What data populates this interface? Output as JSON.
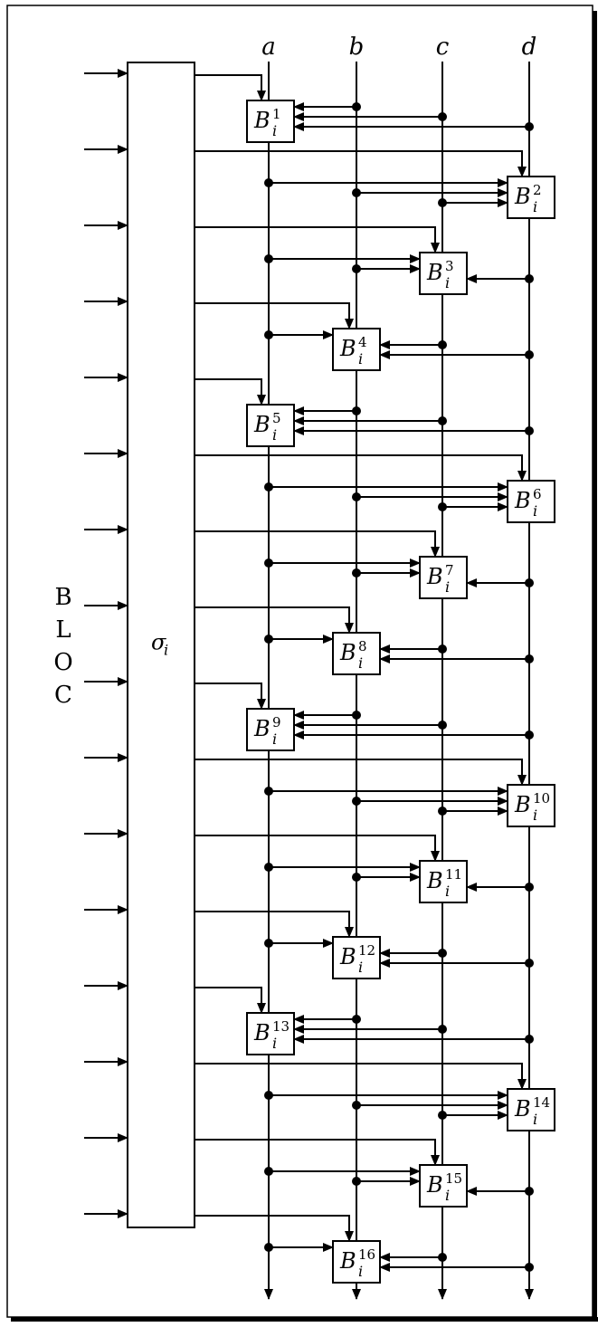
{
  "columns": [
    "a",
    "b",
    "c",
    "d"
  ],
  "sbox_label": "σ",
  "sbox_subscript": "i",
  "side_label": [
    "B",
    "L",
    "O",
    "C"
  ],
  "block_name": "B",
  "block_subscript": "i",
  "blocks": [
    {
      "index": 1,
      "label": "1",
      "column": "a"
    },
    {
      "index": 2,
      "label": "2",
      "column": "d"
    },
    {
      "index": 3,
      "label": "3",
      "column": "c"
    },
    {
      "index": 4,
      "label": "4",
      "column": "b"
    },
    {
      "index": 5,
      "label": "5",
      "column": "a"
    },
    {
      "index": 6,
      "label": "6",
      "column": "d"
    },
    {
      "index": 7,
      "label": "7",
      "column": "c"
    },
    {
      "index": 8,
      "label": "8",
      "column": "b"
    },
    {
      "index": 9,
      "label": "9",
      "column": "a"
    },
    {
      "index": 10,
      "label": "10",
      "column": "d"
    },
    {
      "index": 11,
      "label": "11",
      "column": "c"
    },
    {
      "index": 12,
      "label": "12",
      "column": "b"
    },
    {
      "index": 13,
      "label": "13",
      "column": "a"
    },
    {
      "index": 14,
      "label": "14",
      "column": "d"
    },
    {
      "index": 15,
      "label": "15",
      "column": "c"
    },
    {
      "index": 16,
      "label": "16",
      "column": "b"
    }
  ]
}
